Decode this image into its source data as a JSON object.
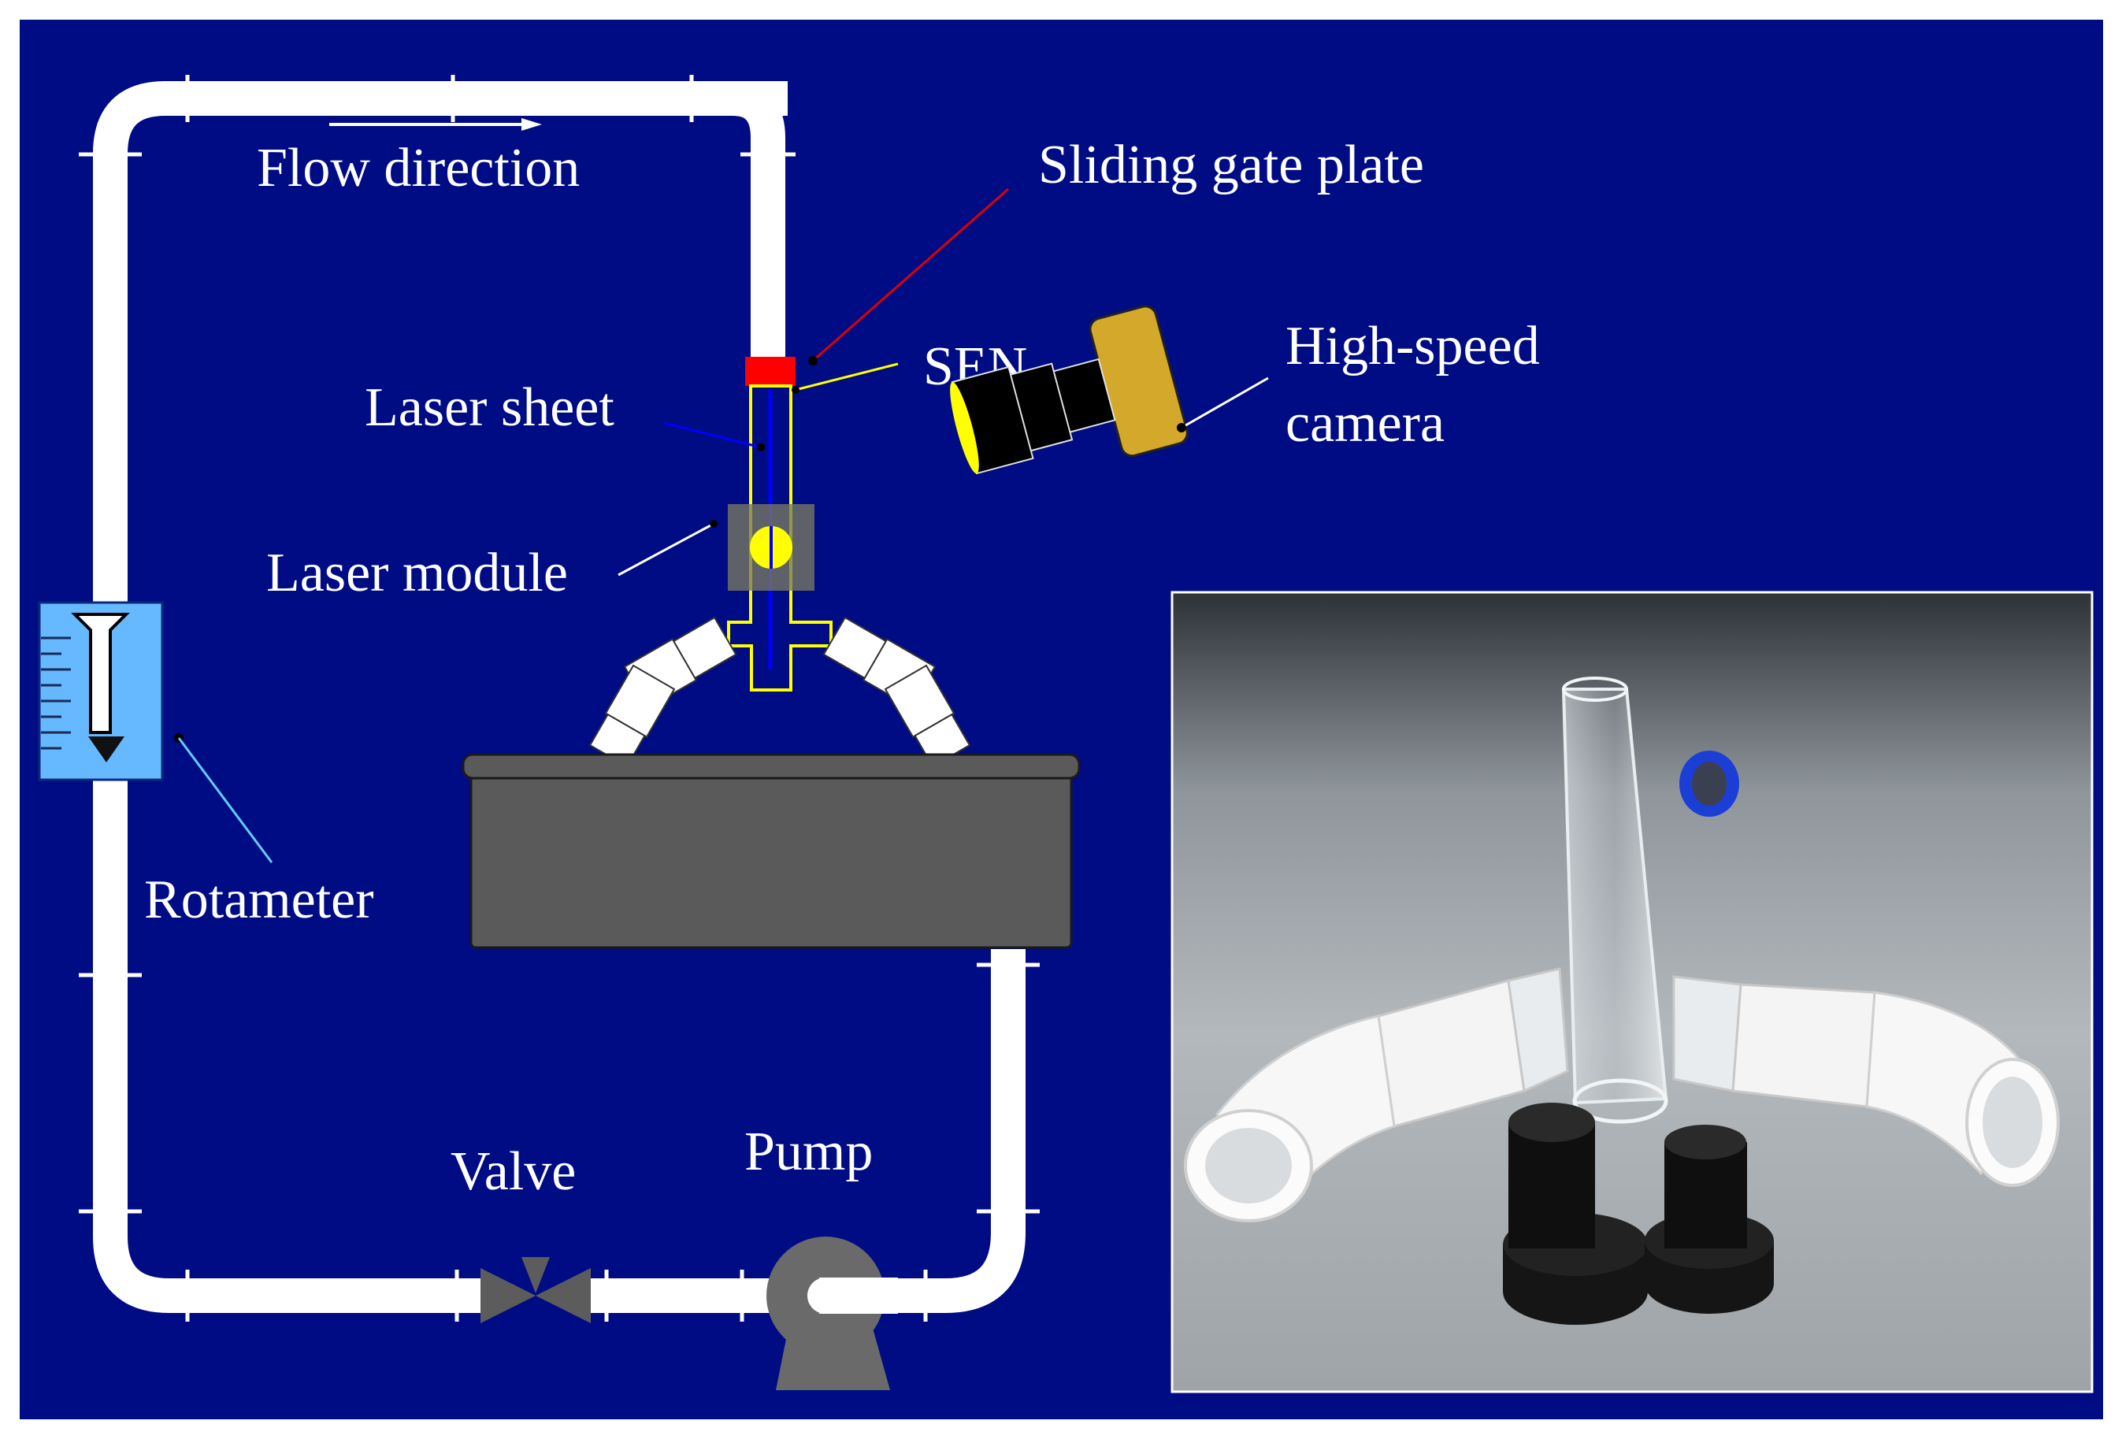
{
  "labels": {
    "flow_direction": "Flow direction",
    "sliding_gate_plate": "Sliding gate plate",
    "sen": "SEN",
    "laser_sheet": "Laser sheet",
    "high_speed_camera_line1": "High-speed",
    "high_speed_camera_line2": "camera",
    "laser_module": "Laser module",
    "rotameter": "Rotameter",
    "valve": "Valve",
    "pump": "Pump"
  },
  "colors": {
    "background": "#000c84",
    "pipe": "#ffffff",
    "gate_plate": "#ff0000",
    "sen_outline": "#ffff00",
    "laser_sheet": "#0000ff",
    "camera_body": "#d4a82a",
    "rotameter": "#66b8ff",
    "tank": "#5a5a5a"
  }
}
